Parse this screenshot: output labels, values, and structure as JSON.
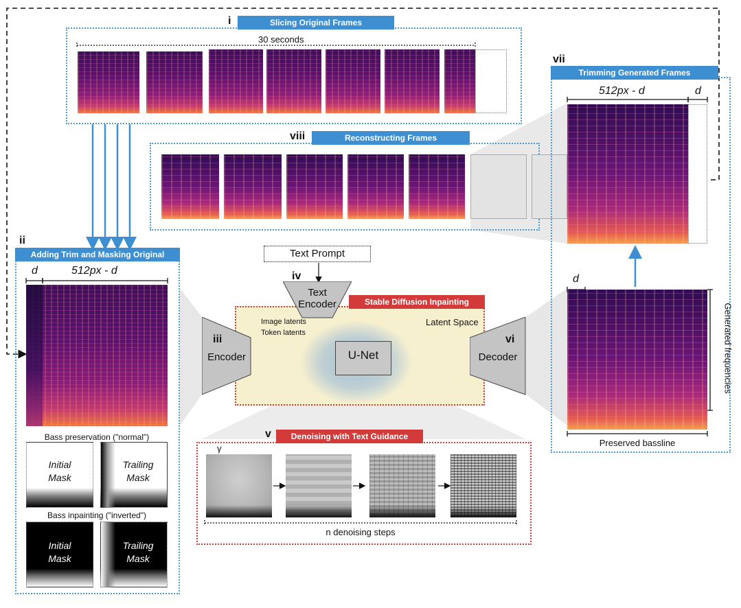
{
  "stages": {
    "i": {
      "numeral": "i",
      "title": "Slicing Original Frames"
    },
    "ii": {
      "numeral": "ii",
      "title": "Adding Trim and Masking Original"
    },
    "iii": {
      "numeral": "iii",
      "title": "Encoder"
    },
    "iv": {
      "numeral": "iv",
      "title": "Text\nEncoder"
    },
    "v": {
      "numeral": "v",
      "title": "Denoising with Text Guidance"
    },
    "vi": {
      "numeral": "vi",
      "title": "Decoder"
    },
    "vii": {
      "numeral": "vii",
      "title": "Trimming Generated Frames"
    },
    "viii": {
      "numeral": "viii",
      "title": "Reconstructing Frames"
    }
  },
  "labels": {
    "duration": "30 seconds",
    "d": "d",
    "width_minus_d": "512px - d",
    "text_prompt": "Text Prompt",
    "sd_inpainting": "Stable Diffusion Inpainting",
    "latent_space": "Latent Space",
    "image_latents": "Image latents",
    "token_latents": "Token latents",
    "unet": "U-Net",
    "gamma": "γ",
    "n_steps": "n denoising steps",
    "generated_frequencies": "Generated frequencies",
    "preserved_bassline": "Preserved bassline",
    "bass_preservation": "Bass preservation (\"normal\")",
    "bass_inpainting": "Bass inpainting (\"inverted\")",
    "initial_mask": "Initial\nMask",
    "trailing_mask": "Trailing\nMask"
  },
  "colors": {
    "blue": "#3d8fd1",
    "red": "#d33b3b",
    "magenta_arrow": "#b21db8",
    "latent_bg": "#f7f0cf"
  }
}
